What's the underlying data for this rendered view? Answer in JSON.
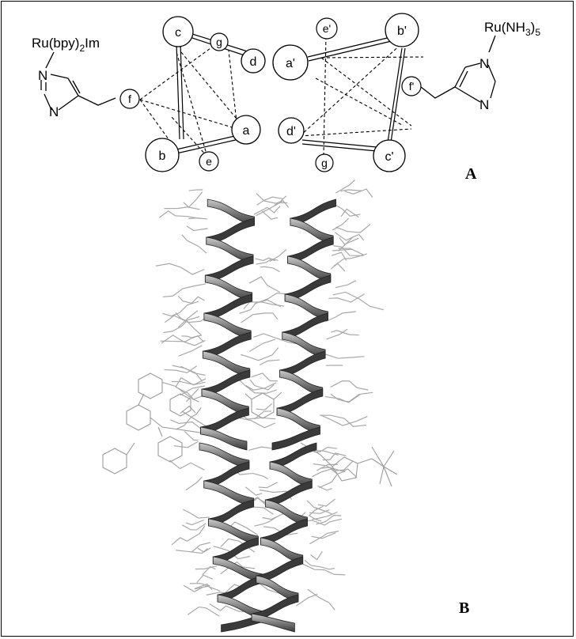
{
  "panel_a": {
    "panel_label": "A",
    "left_complex": {
      "metal_prefix": "Ru(bpy)",
      "subscript": "2",
      "ligand_suffix": "Im",
      "ring_atoms": [
        "N",
        "N"
      ]
    },
    "right_complex": {
      "metal_prefix": "Ru(NH",
      "subscript_1": "3",
      "close": ")",
      "subscript_2": "5",
      "ring_atoms": [
        "N",
        "N"
      ]
    },
    "left_wheel": [
      "c",
      "g",
      "d",
      "f",
      "a",
      "b",
      "e"
    ],
    "right_wheel": [
      "e'",
      "b'",
      "a'",
      "f'",
      "d'",
      "g",
      "c'"
    ]
  },
  "panel_b": {
    "panel_label": "B"
  },
  "colors": {
    "line": "#000000",
    "helix_dark": "#3a3a3a",
    "helix_mid": "#7a7a7a",
    "helix_light": "#c8c8c8",
    "sidechain": "#a8a8a8"
  }
}
